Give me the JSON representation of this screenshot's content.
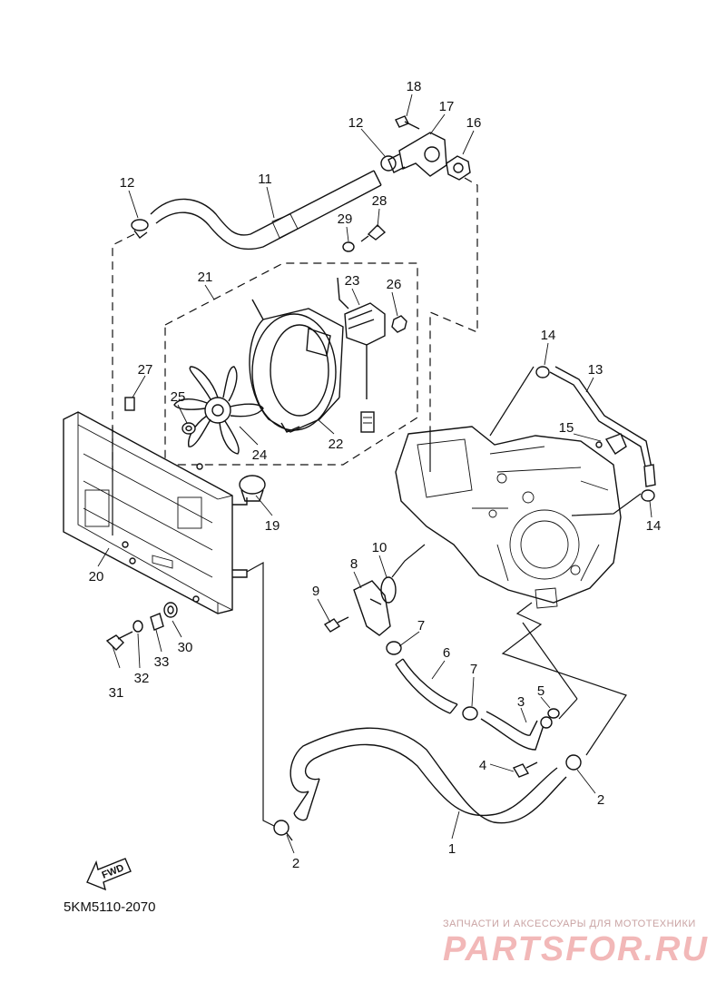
{
  "diagram": {
    "ref_code": "5KM5110-2070",
    "fwd_label": "FWD",
    "watermark": {
      "tagline": "ЗАПЧАСТИ И АКСЕССУАРЫ ДЛЯ МОТОТЕХНИКИ",
      "logo": "PARTSFOR.RU"
    },
    "labels": {
      "l1": "1",
      "l2a": "2",
      "l2b": "2",
      "l3": "3",
      "l4": "4",
      "l5": "5",
      "l6": "6",
      "l7a": "7",
      "l7b": "7",
      "l8": "8",
      "l9": "9",
      "l10": "10",
      "l11": "11",
      "l12a": "12",
      "l12b": "12",
      "l13": "13",
      "l14a": "14",
      "l14b": "14",
      "l15": "15",
      "l16": "16",
      "l17": "17",
      "l18": "18",
      "l19": "19",
      "l20": "20",
      "l21": "21",
      "l22": "22",
      "l23": "23",
      "l24": "24",
      "l25": "25",
      "l26": "26",
      "l27": "27",
      "l28": "28",
      "l29": "29",
      "l30": "30",
      "l31": "31",
      "l32": "32",
      "l33": "33"
    }
  }
}
